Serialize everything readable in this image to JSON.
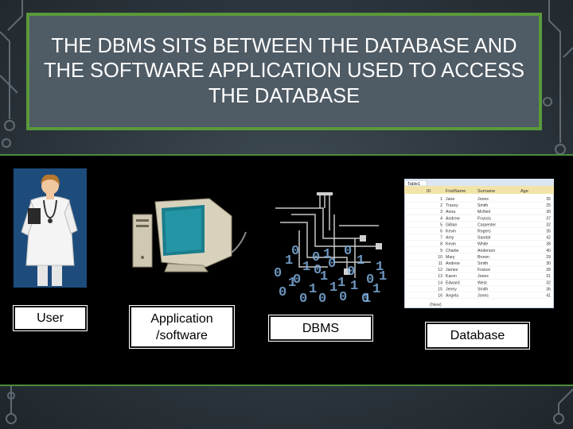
{
  "slide": {
    "title": "THE DBMS SITS BETWEEN THE DATABASE AND THE SOFTWARE APPLICATION USED TO ACCESS THE DATABASE"
  },
  "diagram": {
    "nodes": [
      {
        "id": "user",
        "label": "User",
        "icon": "doctor-person-icon"
      },
      {
        "id": "app",
        "label": "Application\n/software",
        "icon": "computer-icon"
      },
      {
        "id": "dbms",
        "label": "DBMS",
        "icon": "circuit-binary-icon"
      },
      {
        "id": "db",
        "label": "Database",
        "icon": "table-window-icon"
      }
    ]
  },
  "table_window": {
    "title": "Table1",
    "headers": [
      "ID",
      "FirstName",
      "Surname",
      "Age"
    ],
    "rows": [
      [
        "1",
        "Jane",
        "Jones",
        "35"
      ],
      [
        "2",
        "Tracey",
        "Smith",
        "25"
      ],
      [
        "3",
        "Anna",
        "McNeil",
        "30"
      ],
      [
        "4",
        "Andrew",
        "Francis",
        "37"
      ],
      [
        "5",
        "Gillian",
        "Carpenter",
        "32"
      ],
      [
        "6",
        "Kevin",
        "Rogers",
        "35"
      ],
      [
        "7",
        "Amy",
        "Sandal",
        "42"
      ],
      [
        "8",
        "Kevin",
        "White",
        "38"
      ],
      [
        "9",
        "Charlie",
        "Anderson",
        "40"
      ],
      [
        "10",
        "Mary",
        "Brown",
        "29"
      ],
      [
        "11",
        "Andrew",
        "Smith",
        "30"
      ],
      [
        "12",
        "James",
        "France",
        "28"
      ],
      [
        "13",
        "Karen",
        "Jones",
        "31"
      ],
      [
        "14",
        "Edward",
        "West",
        "32"
      ],
      [
        "15",
        "Jenny",
        "Smith",
        "36"
      ],
      [
        "16",
        "Angela",
        "Jones",
        "41"
      ]
    ],
    "new_row": "(New)"
  },
  "binary_digits": [
    "0",
    "1",
    "0",
    "1",
    "0",
    "1",
    "0",
    "1",
    "0",
    "1",
    "0",
    "1",
    "0",
    "1",
    "0",
    "1",
    "0",
    "1",
    "0",
    "1",
    "0",
    "1",
    "0",
    "1",
    "0",
    "1",
    "0",
    "1"
  ],
  "colors": {
    "accent_green": "#5a9a3a",
    "title_box": "#4f5b65",
    "digit_blue": "#7fb0e0"
  }
}
